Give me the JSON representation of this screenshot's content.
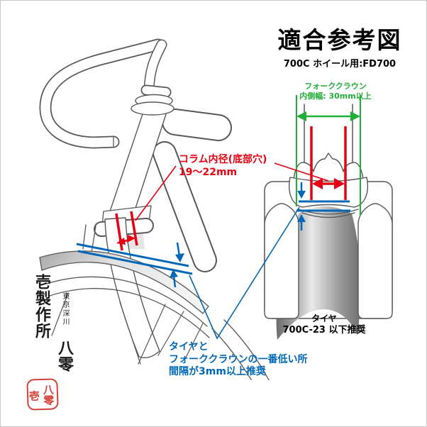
{
  "title": {
    "heading": "適合参考図",
    "subtitle": "700C ホイール用:FD700"
  },
  "labels": {
    "fork_crown": {
      "line1": "フォーククラウン",
      "line2": "内側幅: 30mm以上"
    },
    "column": {
      "line1": "コラム内径(底部穴)",
      "line2": "19〜22mm"
    },
    "clearance": {
      "line1": "タイヤと",
      "line2": "フォーククラウンの一番低い所",
      "line3": "間隔が3mm以上推奨"
    },
    "tire": {
      "line1": "タイヤ",
      "line2": "700C-23 以下推奨"
    }
  },
  "maker": {
    "location": "東京深川",
    "name": "八零壱製作所",
    "seal": "八零壱"
  },
  "colors": {
    "accent_red": "#e60012",
    "accent_green": "#22ac38",
    "accent_blue": "#0068b7",
    "line_gray": "#595757",
    "seal_red": "#cf2e24"
  }
}
